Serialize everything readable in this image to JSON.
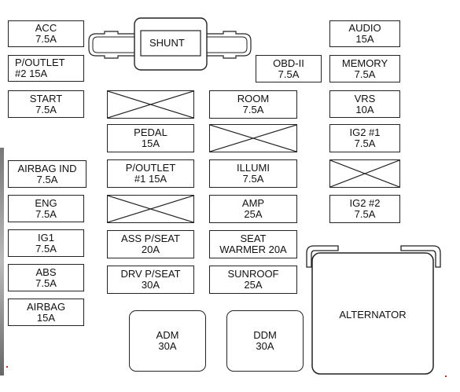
{
  "colors": {
    "line": "#222222",
    "background": "#ffffff"
  },
  "fuses": {
    "acc": {
      "line1": "ACC",
      "line2": "7.5A"
    },
    "p_outlet_2": {
      "line1": "P/OUTLET",
      "line2": "#2 15A"
    },
    "start": {
      "line1": "START",
      "line2": "7.5A"
    },
    "airbag_ind": {
      "line1": "AIRBAG IND",
      "line2": "7.5A"
    },
    "eng": {
      "line1": "ENG",
      "line2": "7.5A"
    },
    "ig1": {
      "line1": "IG1",
      "line2": "7.5A"
    },
    "abs": {
      "line1": "ABS",
      "line2": "7.5A"
    },
    "airbag": {
      "line1": "AIRBAG",
      "line2": "15A"
    },
    "pedal": {
      "line1": "PEDAL",
      "line2": "15A"
    },
    "p_outlet_1": {
      "line1": "P/OUTLET",
      "line2": "#1 15A"
    },
    "ass_p_seat": {
      "line1": "ASS P/SEAT",
      "line2": "20A"
    },
    "drv_p_seat": {
      "line1": "DRV P/SEAT",
      "line2": "30A"
    },
    "room": {
      "line1": "ROOM",
      "line2": "7.5A"
    },
    "illumi": {
      "line1": "ILLUMI",
      "line2": "7.5A"
    },
    "amp": {
      "line1": "AMP",
      "line2": "25A"
    },
    "seat_warmer": {
      "line1": "SEAT",
      "line2": "WARMER 20A"
    },
    "sunroof": {
      "line1": "SUNROOF",
      "line2": "25A"
    },
    "obd_ii": {
      "line1": "OBD-II",
      "line2": "7.5A"
    },
    "audio": {
      "line1": "AUDIO",
      "line2": "15A"
    },
    "memory": {
      "line1": "MEMORY",
      "line2": "7.5A"
    },
    "vrs": {
      "line1": "VRS",
      "line2": "10A"
    },
    "ig2_1": {
      "line1": "IG2 #1",
      "line2": "7.5A"
    },
    "ig2_2": {
      "line1": "IG2 #2",
      "line2": "7.5A"
    },
    "adm": {
      "line1": "ADM",
      "line2": "30A"
    },
    "ddm": {
      "line1": "DDM",
      "line2": "30A"
    }
  },
  "shunt": {
    "label": "SHUNT"
  },
  "alternator": {
    "label": "ALTERNATOR"
  }
}
